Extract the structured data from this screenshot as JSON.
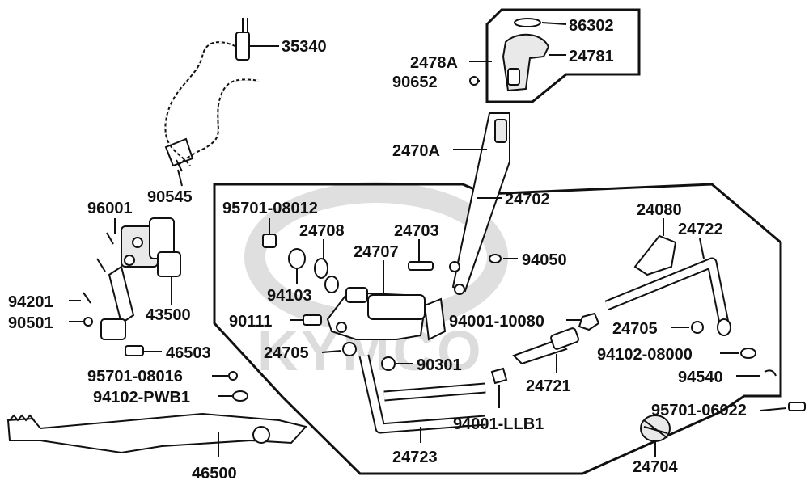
{
  "watermark": {
    "brand": "KYMCO"
  },
  "parts": [
    {
      "id": "p35340",
      "number": "35340"
    },
    {
      "id": "p86302",
      "number": "86302"
    },
    {
      "id": "p24781",
      "number": "24781"
    },
    {
      "id": "p2478A",
      "number": "2478A"
    },
    {
      "id": "p90652",
      "number": "90652"
    },
    {
      "id": "p2470A",
      "number": "2470A"
    },
    {
      "id": "p24702",
      "number": "24702"
    },
    {
      "id": "p90545",
      "number": "90545"
    },
    {
      "id": "p96001",
      "number": "96001"
    },
    {
      "id": "p95701_08012",
      "number": "95701-08012"
    },
    {
      "id": "p24708",
      "number": "24708"
    },
    {
      "id": "p24703",
      "number": "24703"
    },
    {
      "id": "p24707",
      "number": "24707"
    },
    {
      "id": "p94050",
      "number": "94050"
    },
    {
      "id": "p24080",
      "number": "24080"
    },
    {
      "id": "p24722",
      "number": "24722"
    },
    {
      "id": "p94103",
      "number": "94103"
    },
    {
      "id": "p43500",
      "number": "43500"
    },
    {
      "id": "p94201",
      "number": "94201"
    },
    {
      "id": "p90111",
      "number": "90111"
    },
    {
      "id": "p94001_10080",
      "number": "94001-10080"
    },
    {
      "id": "p24705a",
      "number": "24705"
    },
    {
      "id": "p90501",
      "number": "90501"
    },
    {
      "id": "p24705b",
      "number": "24705"
    },
    {
      "id": "p46503",
      "number": "46503"
    },
    {
      "id": "p94102_08000",
      "number": "94102-08000"
    },
    {
      "id": "p90301",
      "number": "90301"
    },
    {
      "id": "p95701_08016",
      "number": "95701-08016"
    },
    {
      "id": "p94540",
      "number": "94540"
    },
    {
      "id": "p24721",
      "number": "24721"
    },
    {
      "id": "p94102_PWB1",
      "number": "94102-PWB1"
    },
    {
      "id": "p95701_06022",
      "number": "95701-06022"
    },
    {
      "id": "p94001_LLB1",
      "number": "94001-LLB1"
    },
    {
      "id": "p46500",
      "number": "46500"
    },
    {
      "id": "p24723",
      "number": "24723"
    },
    {
      "id": "p24704",
      "number": "24704"
    }
  ]
}
